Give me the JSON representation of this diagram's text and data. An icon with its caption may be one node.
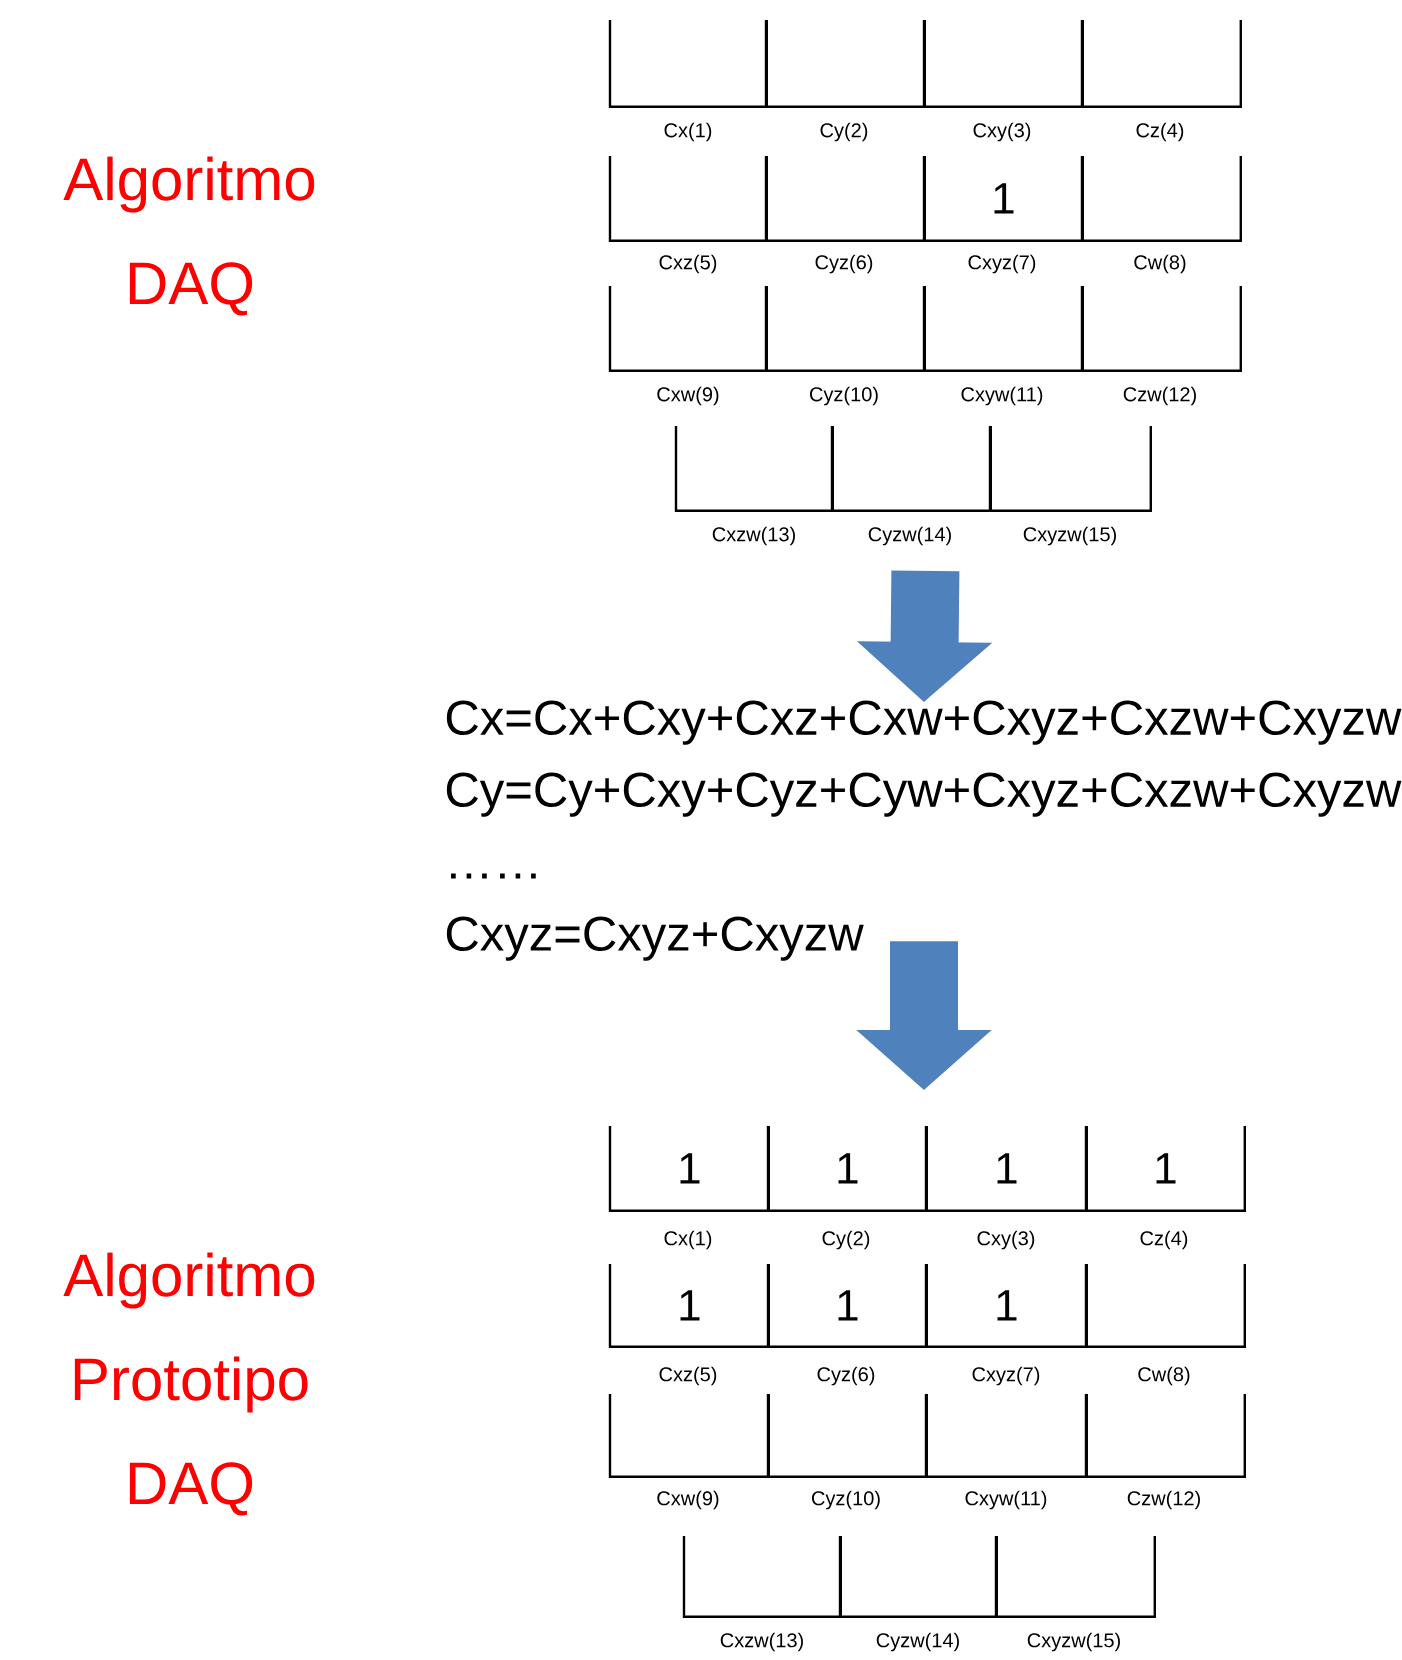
{
  "diagram": {
    "nodes": [
      {
        "text": [],
        "shape": "box",
        "beside": [
          "Cx(1)"
        ]
      },
      {
        "text": [],
        "shape": "box",
        "beside": [
          "Cy(2)"
        ]
      },
      {
        "text": [],
        "shape": "box",
        "beside": [
          "Cxy(3)"
        ]
      },
      {
        "text": [],
        "shape": "box",
        "beside": [
          "Cz(4)"
        ]
      },
      {
        "text": [],
        "shape": "box",
        "beside": [
          "Cxz(5)"
        ]
      },
      {
        "text": [],
        "shape": "box",
        "beside": [
          "Cyz(6)"
        ]
      },
      {
        "text": [
          "1"
        ],
        "beside": [
          "Cxyz(7)"
        ]
      },
      {
        "text": [],
        "shape": "box",
        "beside": [
          "Cw(8)"
        ]
      },
      {
        "text": [],
        "shape": "box",
        "beside": [
          "Cxw(9)"
        ]
      },
      {
        "text": [],
        "shape": "box",
        "beside": [
          "Cyz(10)"
        ]
      },
      {
        "text": [],
        "shape": "box",
        "beside": [
          "Cxyw(11)"
        ]
      },
      {
        "text": [],
        "shape": "box",
        "beside": [
          "Czw(12)"
        ]
      },
      {
        "text": [],
        "shape": "box",
        "beside": [
          "Cxzw(13)"
        ]
      },
      {
        "text": [],
        "shape": "box",
        "beside": [
          "Cyzw(14)"
        ]
      },
      {
        "text": [],
        "shape": "box",
        "beside": [
          "Cxyzw(15)"
        ]
      },
      {
        "text": [
          "Cx=Cx+Cxy+Cxz+Cxw+Cxyz+Cxzw+Cxyzw",
          "Cy=Cy+Cxy+Cyz+Cyw+Cxyz+Cxzw+Cxyzw",
          "……",
          "Cxyz=Cxyz+Cxyzw"
        ]
      },
      {
        "text": [
          "1"
        ],
        "beside": [
          "Cx(1)"
        ]
      },
      {
        "text": [
          "1"
        ],
        "beside": [
          "Cy(2)"
        ]
      },
      {
        "text": [
          "1"
        ],
        "beside": [
          "Cxy(3)"
        ]
      },
      {
        "text": [
          "1"
        ],
        "beside": [
          "Cz(4)"
        ]
      },
      {
        "text": [
          "1"
        ],
        "beside": [
          "Cxz(5)"
        ]
      },
      {
        "text": [
          "1"
        ],
        "beside": [
          "Cyz(6)"
        ]
      },
      {
        "text": [
          "1"
        ],
        "beside": [
          "Cxyz(7)"
        ]
      },
      {
        "text": [],
        "shape": "box",
        "beside": [
          "Cw(8)"
        ]
      },
      {
        "text": [],
        "shape": "box",
        "beside": [
          "Cxw(9)"
        ]
      },
      {
        "text": [],
        "shape": "box",
        "beside": [
          "Cyz(10)"
        ]
      },
      {
        "text": [],
        "shape": "box",
        "beside": [
          "Cxyw(11)"
        ]
      },
      {
        "text": [],
        "shape": "box",
        "beside": [
          "Czw(12)"
        ]
      },
      {
        "text": [],
        "shape": "box",
        "beside": [
          "Cxzw(13)"
        ]
      },
      {
        "text": [],
        "shape": "box",
        "beside": [
          "Cyzw(14)"
        ]
      },
      {
        "text": [],
        "shape": "box",
        "beside": [
          "Cxyzw(15)"
        ]
      }
    ],
    "edges": [
      {
        "from": 13,
        "to": 15,
        "arrow": "to"
      },
      {
        "from": 15,
        "to": 17,
        "arrow": "to"
      }
    ],
    "labels": [
      "Algoritmo DAQ",
      "Algoritmo Prototipo DAQ"
    ]
  }
}
